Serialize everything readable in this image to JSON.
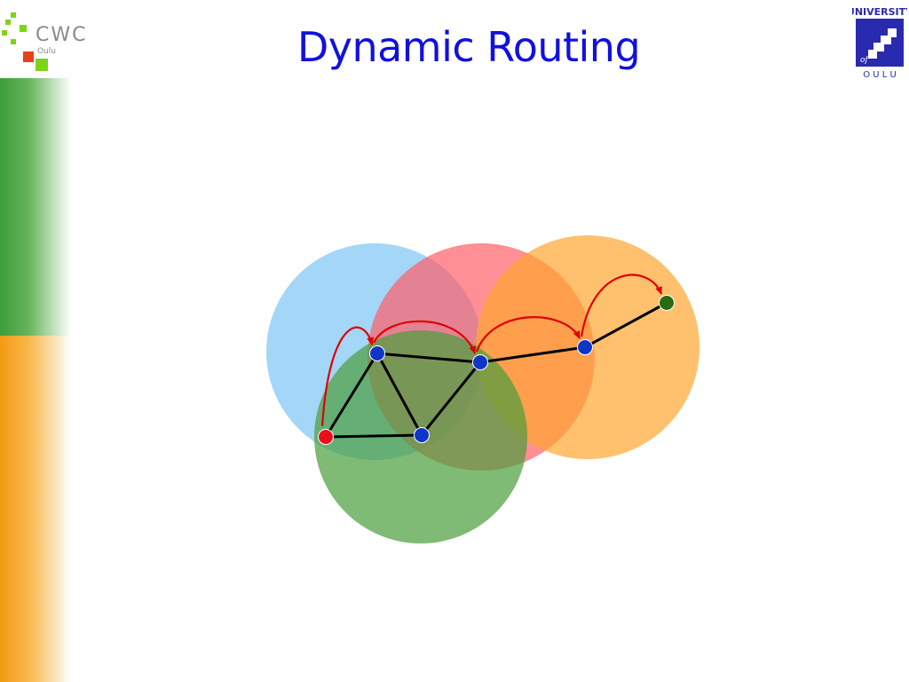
{
  "slide": {
    "title": "Dynamic Routing"
  },
  "logos": {
    "cwc": {
      "text": "CWC",
      "subtext": "Oulu"
    },
    "university": {
      "top": "UNIVERSITY",
      "of": "of",
      "bottom": "O U L U"
    }
  },
  "colors": {
    "title": "#1010e0",
    "sidebar_green": "#3f9d3a",
    "sidebar_orange": "#f39a12",
    "range_blue": "#7ec4f4",
    "range_red": "#ff5e68",
    "range_orange": "#ffa630",
    "range_green": "#4a9e3c",
    "node_blue": "#1036c8",
    "node_source": "#e8101c",
    "node_destination": "#2a6a12",
    "link": "#000000",
    "route_arrow": "#e00000"
  },
  "diagram": {
    "ranges": [
      {
        "id": "range-blue",
        "color": "#7ec4f4"
      },
      {
        "id": "range-red",
        "color": "#ff5e68"
      },
      {
        "id": "range-orange",
        "color": "#ffa630"
      },
      {
        "id": "range-green",
        "color": "#4a9e3c"
      }
    ],
    "nodes": [
      {
        "id": "source",
        "role": "source",
        "color": "#e8101c"
      },
      {
        "id": "n1",
        "role": "relay",
        "color": "#1036c8"
      },
      {
        "id": "n2",
        "role": "relay",
        "color": "#1036c8"
      },
      {
        "id": "n3",
        "role": "relay",
        "color": "#1036c8"
      },
      {
        "id": "n4",
        "role": "relay",
        "color": "#1036c8"
      },
      {
        "id": "destination",
        "role": "destination",
        "color": "#2a6a12"
      }
    ],
    "links": [
      [
        "source",
        "n1"
      ],
      [
        "source",
        "n3"
      ],
      [
        "n1",
        "n3"
      ],
      [
        "n1",
        "n2"
      ],
      [
        "n3",
        "n2"
      ],
      [
        "n2",
        "n4"
      ],
      [
        "n4",
        "destination"
      ]
    ],
    "route": [
      "source",
      "n1",
      "n2",
      "n4",
      "destination"
    ]
  }
}
